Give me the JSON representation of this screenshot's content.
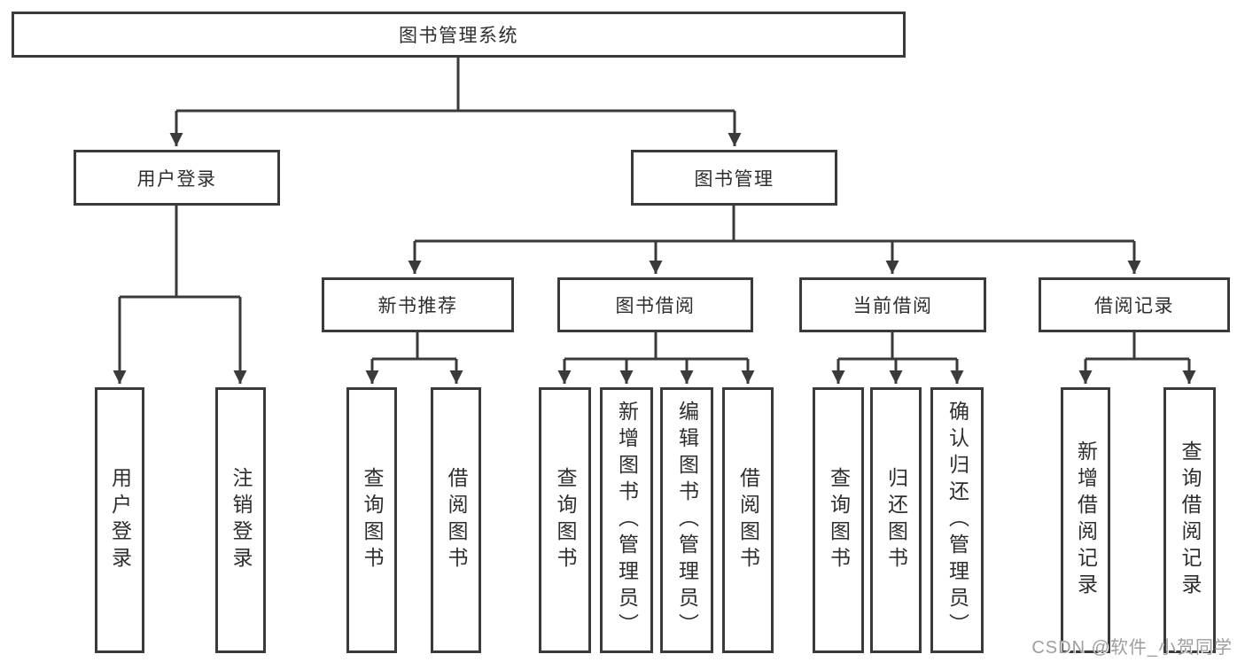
{
  "tree": {
    "root": "图书管理系统",
    "branches": [
      {
        "label": "用户登录",
        "leaves": [
          "用户登录",
          "注销登录"
        ]
      },
      {
        "label": "图书管理",
        "groups": [
          {
            "label": "新书推荐",
            "leaves": [
              "查询图书",
              "借阅图书"
            ]
          },
          {
            "label": "图书借阅",
            "leaves": [
              "查询图书",
              "新增图书（管理员）",
              "编辑图书（管理员）",
              "借阅图书"
            ]
          },
          {
            "label": "当前借阅",
            "leaves": [
              "查询图书",
              "归还图书",
              "确认归还（管理员）"
            ]
          },
          {
            "label": "借阅记录",
            "leaves": [
              "新增借阅记录",
              "查询借阅记录"
            ]
          }
        ]
      }
    ]
  },
  "watermark": {
    "text": "CSDN @软件_小贺同学"
  },
  "colors": {
    "line": "#3a3a3a",
    "text": "#2e2e2e",
    "background": "#ffffff"
  }
}
